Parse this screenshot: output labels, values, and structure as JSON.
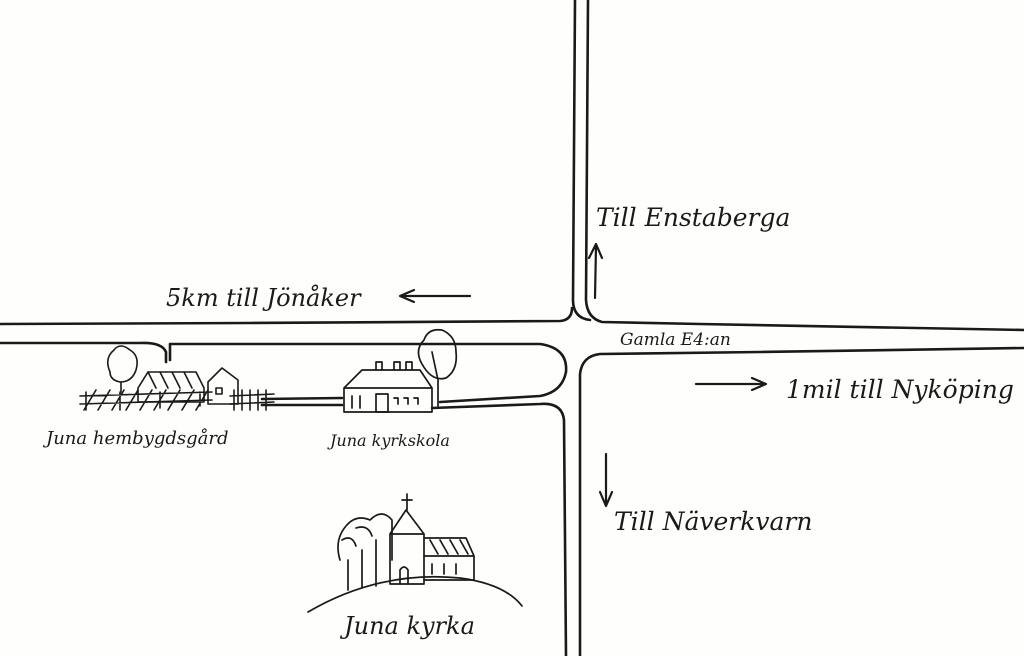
{
  "map": {
    "labels": {
      "enstaberga": "Till Enstaberga",
      "jonaker": "5km till Jönåker",
      "gamla_e4": "Gamla E4:an",
      "nykoping": "1mil till Nyköping",
      "naverkvarn": "Till Näverkvarn",
      "hembygdsgard": "Juna hembygdsgård",
      "kyrkskola": "Juna kyrkskola",
      "kyrka": "Juna kyrka"
    },
    "colors": {
      "ink": "#1a1a1a",
      "paper": "#fefefc"
    }
  }
}
